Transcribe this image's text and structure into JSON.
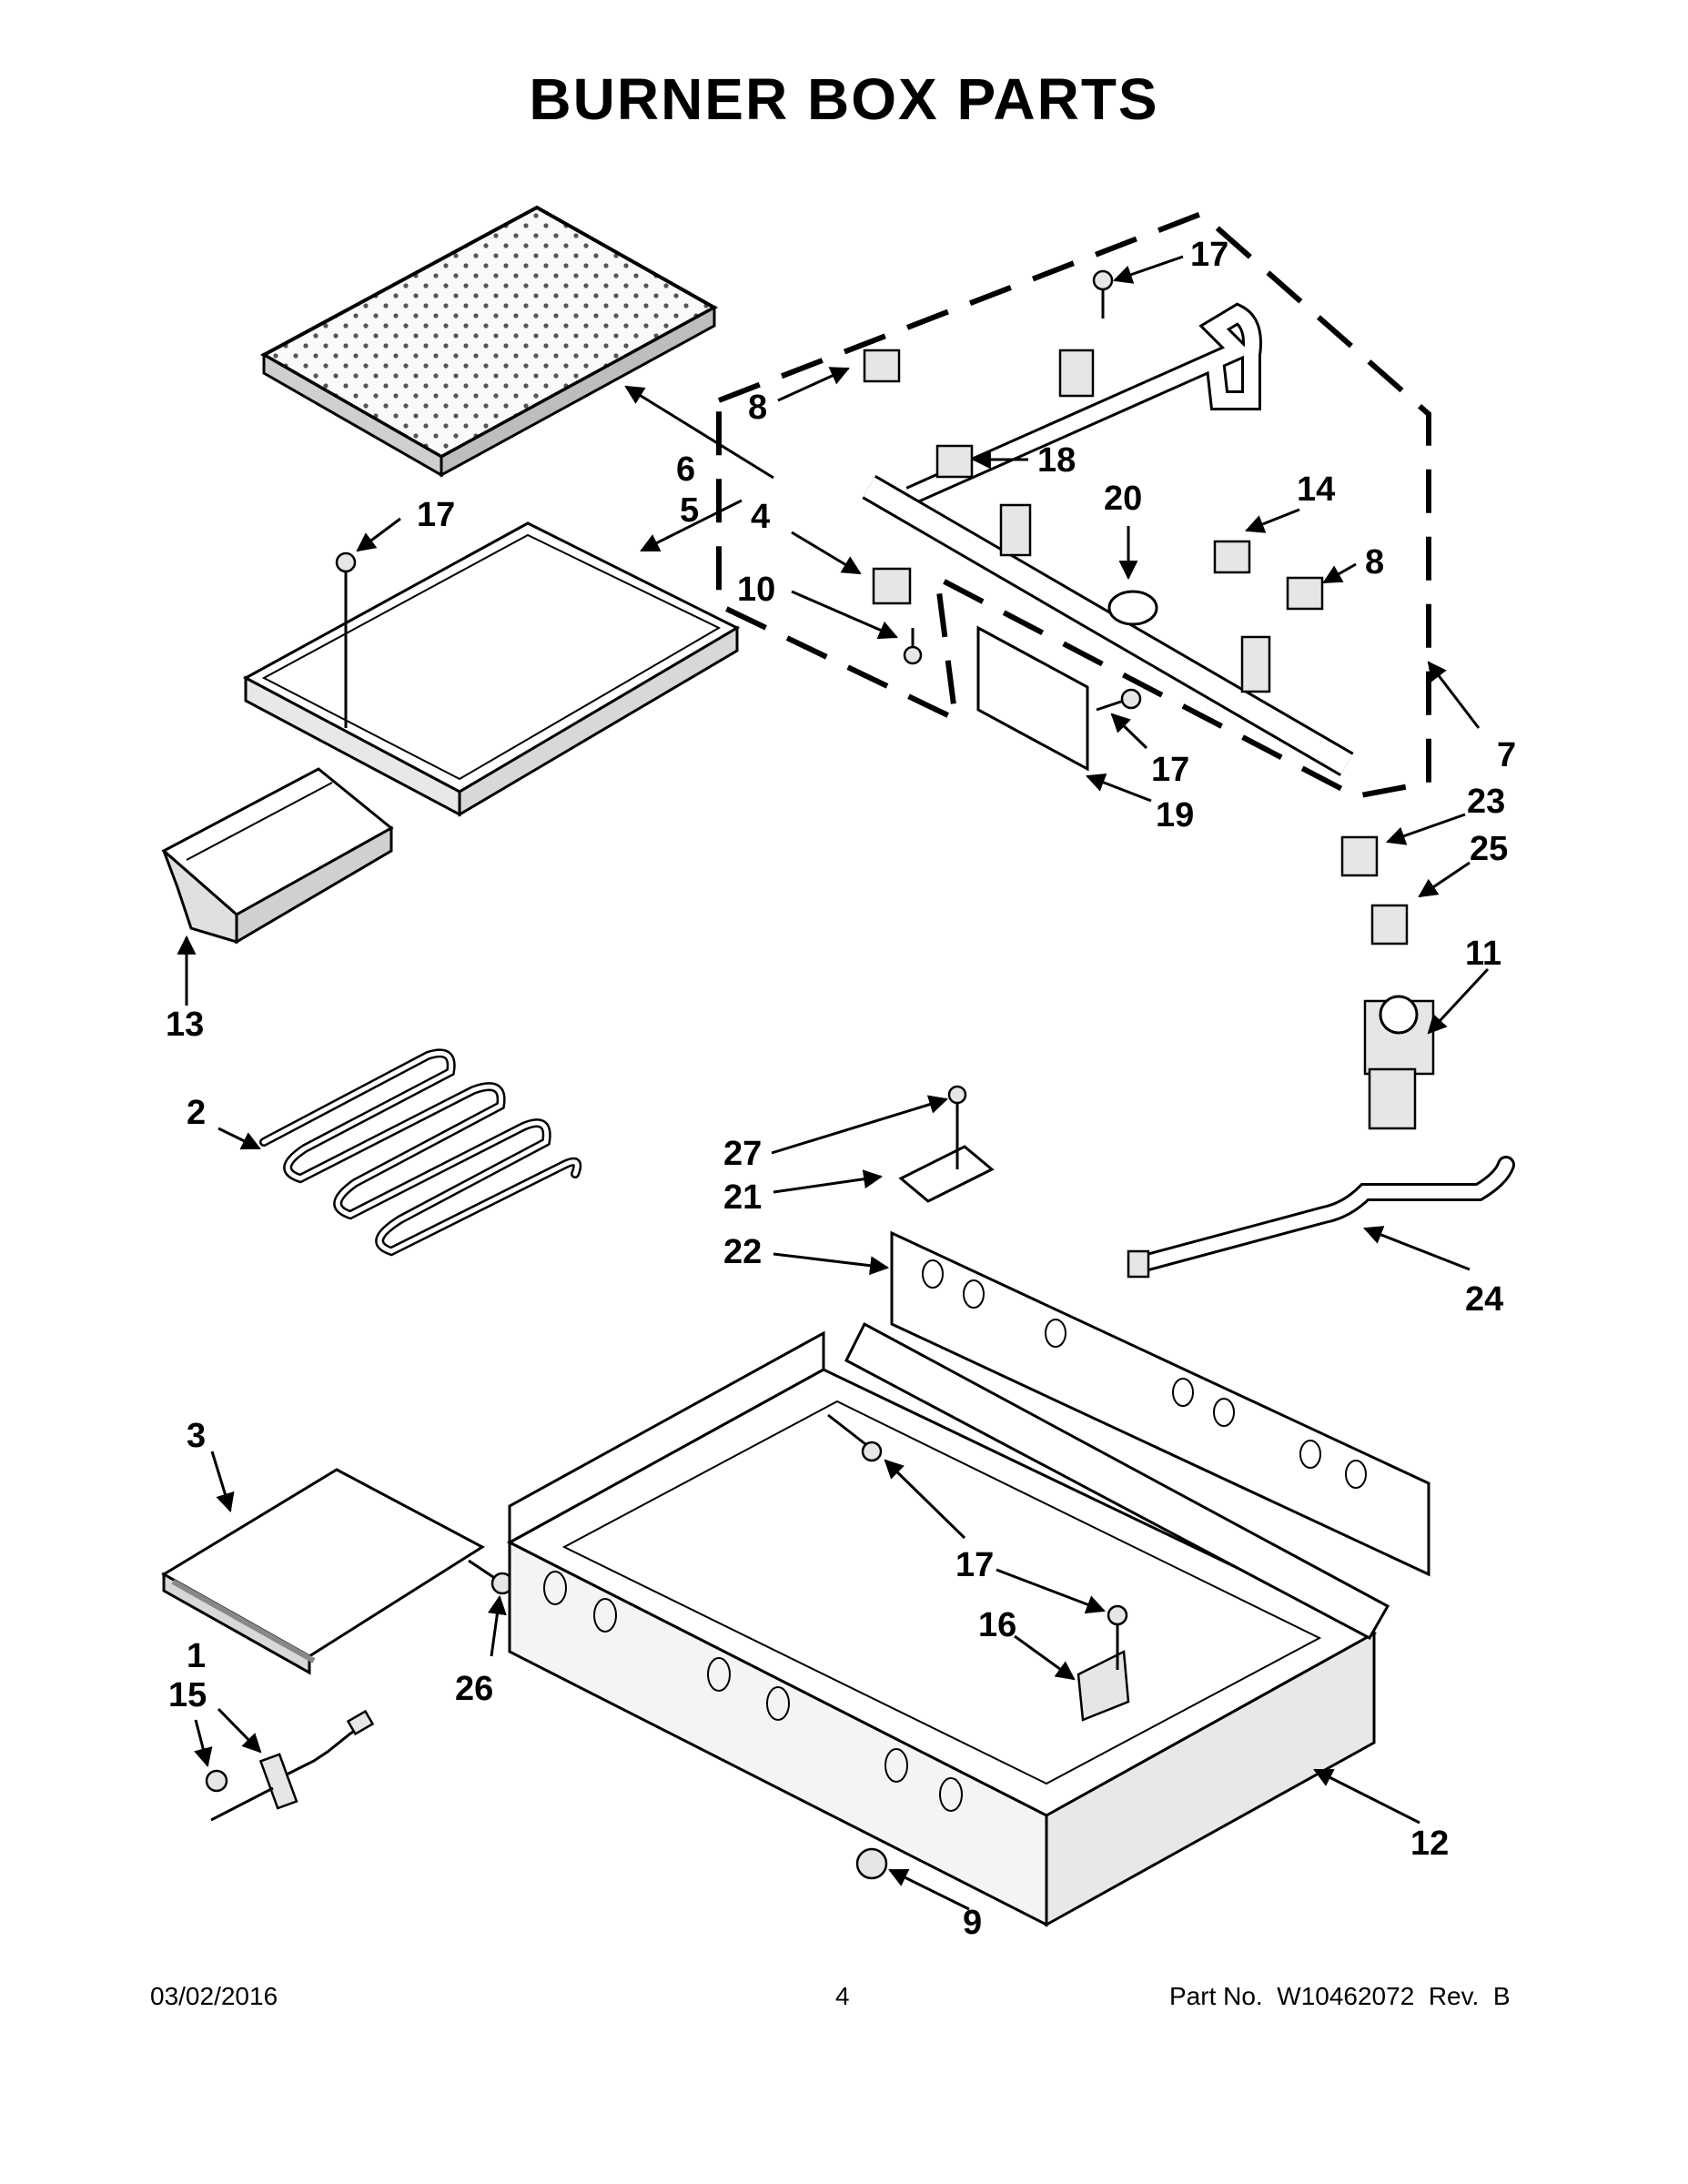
{
  "title": "BURNER BOX PARTS",
  "footer": {
    "date": "03/02/2016",
    "page": "4",
    "part": "Part No.  W10462072  Rev.  B"
  },
  "callouts": {
    "c1": "1",
    "c2": "2",
    "c3": "3",
    "c4": "4",
    "c5": "5",
    "c6": "6",
    "c7": "7",
    "c8a": "8",
    "c8b": "8",
    "c9": "9",
    "c10": "10",
    "c11": "11",
    "c12": "12",
    "c13": "13",
    "c14": "14",
    "c15": "15",
    "c16": "16",
    "c17a": "17",
    "c17b": "17",
    "c17c": "17",
    "c17d": "17",
    "c17e": "17",
    "c18": "18",
    "c19": "19",
    "c20": "20",
    "c21": "21",
    "c22": "22",
    "c23": "23",
    "c24": "24",
    "c25": "25",
    "c26": "26",
    "c27": "27"
  }
}
